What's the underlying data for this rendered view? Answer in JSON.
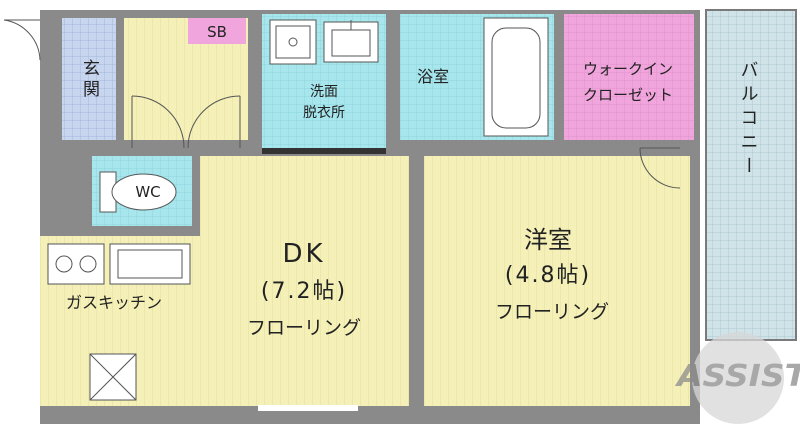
{
  "plan": {
    "rooms": {
      "genkan": "玄関",
      "sb": "SB",
      "senmen_line1": "洗面",
      "senmen_line2": "脱衣所",
      "yokushitsu": "浴室",
      "walkin_line1": "ウォークイン",
      "walkin_line2": "クローゼット",
      "balcony": "バルコニー",
      "wc": "WC",
      "dk_name": "DK",
      "dk_size": "(7.2帖)",
      "dk_floor": "フローリング",
      "youshitsu_name": "洋室",
      "youshitsu_size": "(4.8帖)",
      "youshitsu_floor": "フローリング",
      "gas_kitchen": "ガスキッチン"
    },
    "watermark": "ASSIST",
    "colors": {
      "wall": "#8a8a8a",
      "floor_wood": "#f4f0b8",
      "genkan_tile": "#c7d5ee",
      "sb_pink": "#f0a6dc",
      "wet_area": "#a7e6ec",
      "closet_pink": "#f0a6dc",
      "balcony_blue": "#cfe3e8"
    }
  }
}
